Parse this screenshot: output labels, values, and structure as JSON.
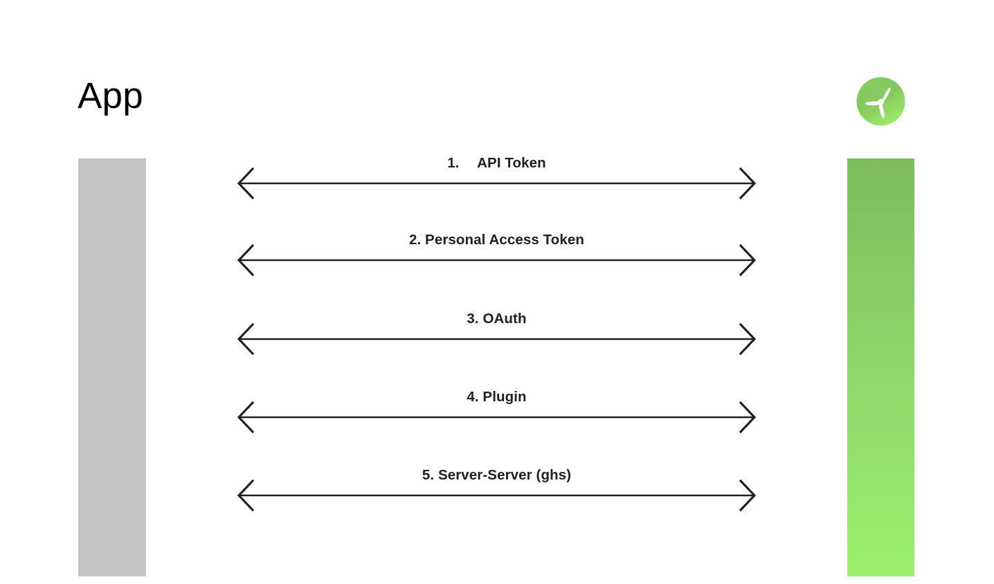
{
  "diagram": {
    "type": "sequence-diagram",
    "title": "App",
    "background_color": "#ffffff",
    "participants": [
      {
        "name": "app",
        "label": "App",
        "side": "left",
        "lifeline_color": "#c4c4c4"
      },
      {
        "name": "service",
        "label": "",
        "side": "right",
        "lifeline_color_top": "#7cbd5b",
        "lifeline_color_bottom": "#9cef6c",
        "icon": "propeller-logo-icon"
      }
    ],
    "messages": [
      {
        "number": "1.",
        "label": "1.  API Token",
        "name": "api-token",
        "direction": "bidirectional"
      },
      {
        "number": "2.",
        "label": "2. Personal Access Token",
        "name": "personal-access-token",
        "direction": "bidirectional"
      },
      {
        "number": "3.",
        "label": "3. OAuth",
        "name": "oauth",
        "direction": "bidirectional"
      },
      {
        "number": "4.",
        "label": "4. Plugin",
        "name": "plugin",
        "direction": "bidirectional"
      },
      {
        "number": "5.",
        "label": "5. Server-Server (ghs)",
        "name": "server-server-ghs",
        "direction": "bidirectional"
      }
    ],
    "colors": {
      "arrow": "#231f20",
      "label_text": "#231f20",
      "title_text": "#000000"
    }
  }
}
